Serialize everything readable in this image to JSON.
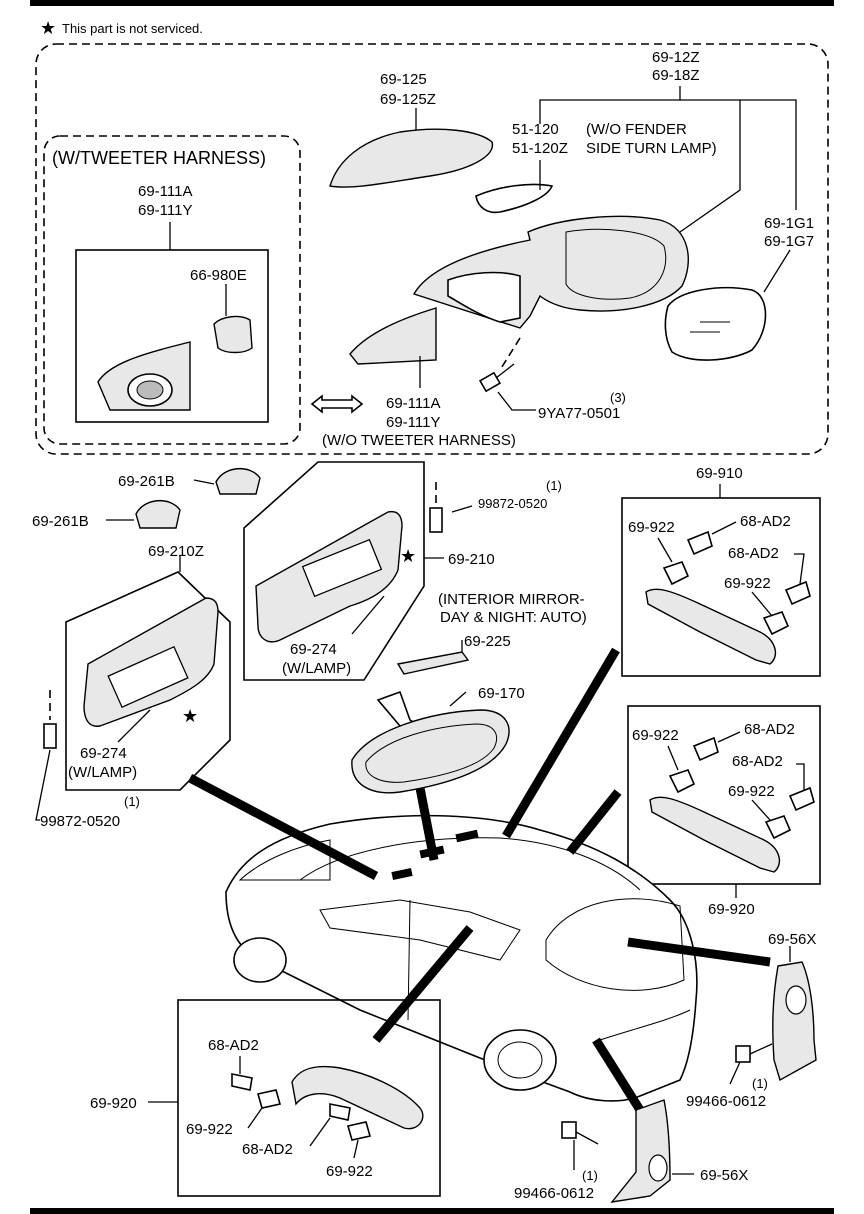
{
  "legend": {
    "star": "★",
    "note": "This part is not serviced."
  },
  "labels": {
    "l_69_12z": "69-12Z",
    "l_69_18z": "69-18Z",
    "l_69_125": "69-125",
    "l_69_125z": "69-125Z",
    "l_51_120": "51-120",
    "l_wo_fender": "(W/O FENDER",
    "l_51_120z": "51-120Z",
    "l_side_turn": "SIDE TURN LAMP)",
    "l_tweeter_harness": "(W/TWEETER HARNESS)",
    "l_69_111a_a": "69-111A",
    "l_69_111y_a": "69-111Y",
    "l_66_980e": "66-980E",
    "l_69_1g1": "69-1G1",
    "l_69_1g7": "69-1G7",
    "l_qty_3": "(3)",
    "l_9ya77": "9YA77-0501",
    "l_69_111a_b": "69-111A",
    "l_69_111y_b": "69-111Y",
    "l_wo_tweeter": "(W/O TWEETER HARNESS)",
    "l_69_261b_a": "69-261B",
    "l_69_261b_b": "69-261B",
    "l_69_210z": "69-210Z",
    "l_qty_1_a": "(1)",
    "l_99872_a": "99872-0520",
    "l_69_210": "69-210",
    "l_69_274_a": "69-274",
    "l_wlamp_a": "(W/LAMP)",
    "l_69_274_b": "69-274",
    "l_wlamp_b": "(W/LAMP)",
    "l_qty_1_b": "(1)",
    "l_99872_b": "99872-0520",
    "l_interior_1": "(INTERIOR MIRROR-",
    "l_interior_2": "DAY & NIGHT: AUTO)",
    "l_69_225": "69-225",
    "l_69_170": "69-170",
    "l_69_910": "69-910",
    "l_69_922_a": "69-922",
    "l_68_ad2_a": "68-AD2",
    "l_68_ad2_b": "68-AD2",
    "l_69_922_b": "69-922",
    "l_69_922_c": "69-922",
    "l_68_ad2_c": "68-AD2",
    "l_68_ad2_d": "68-AD2",
    "l_69_922_d": "69-922",
    "l_69_920_a": "69-920",
    "l_69_56x_a": "69-56X",
    "l_qty_1_c": "(1)",
    "l_99466_a": "99466-0612",
    "l_69_920_b": "69-920",
    "l_68_ad2_e": "68-AD2",
    "l_69_922_e": "69-922",
    "l_68_ad2_f": "68-AD2",
    "l_69_922_f": "69-922",
    "l_qty_1_d": "(1)",
    "l_99466_b": "99466-0612",
    "l_69_56x_b": "69-56X",
    "l_star_a": "★",
    "l_star_b": "★"
  }
}
